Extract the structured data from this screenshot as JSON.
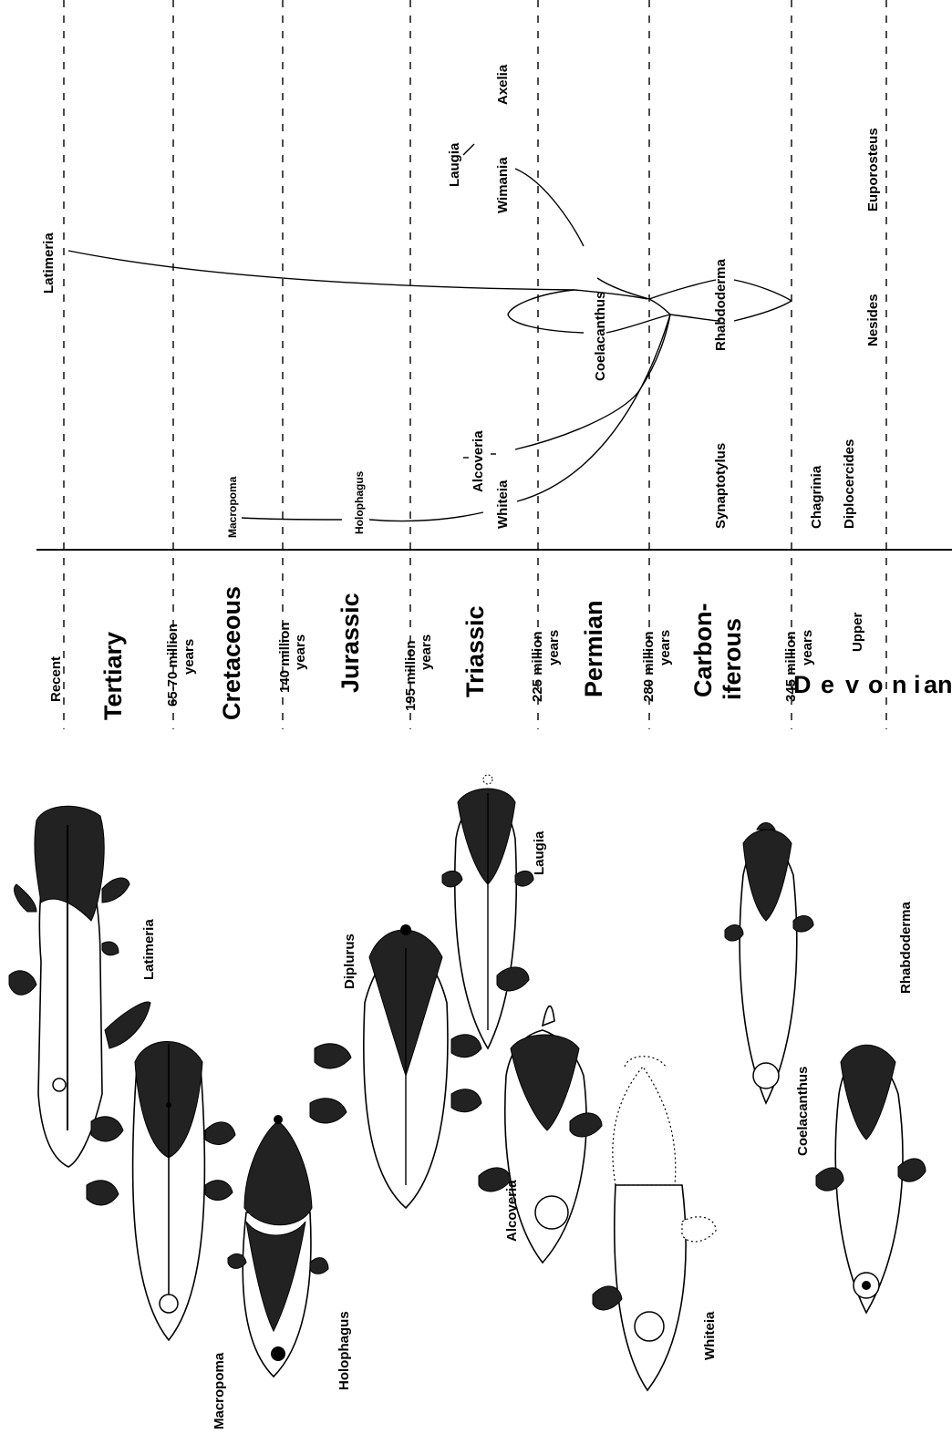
{
  "timescale": {
    "periods": [
      "Tertiary",
      "Cretaceous",
      "Jurassic",
      "Triassic",
      "Permian",
      "Carbon-",
      "iferous"
    ],
    "devonian_letters": [
      "D",
      "e",
      "v",
      "o",
      "n",
      "i",
      "a",
      "n"
    ],
    "boundaries": [
      {
        "label": "Recent"
      },
      {
        "label": "65-70 million",
        "label2": "years"
      },
      {
        "label": "140 million",
        "label2": "years"
      },
      {
        "label": "195 million",
        "label2": "years"
      },
      {
        "label": "225 million",
        "label2": "years"
      },
      {
        "label": "280 million",
        "label2": "years"
      },
      {
        "label": "345 million",
        "label2": "years"
      }
    ],
    "upper": "Upper"
  },
  "taxa": {
    "latimeria": "Latimeria",
    "laugia": "Laugia",
    "wimania": "Wimania",
    "axelia": "Axelia",
    "euporosteus": "Euporosteus",
    "coelacanthus": "Coelacanthus",
    "rhabdoderma": "Rhabdoderma",
    "nesides": "Nesides",
    "macropoma": "Macropoma",
    "holophagus": "Holophagus",
    "alcoveria": "Alcoveria",
    "whiteia": "Whiteia",
    "synaptotylus": "Synaptotylus",
    "chagrinia": "Chagrinia",
    "diplocercides": "Diplocercides"
  },
  "fish_labels": {
    "latimeria": "Latimeria",
    "macropoma": "Macropoma",
    "holophagus": "Holophagus",
    "diplurus": "Diplurus",
    "laugia": "Laugia",
    "alcoveria": "Alcoveria",
    "whiteia": "Whiteia",
    "coelacanthus": "Coelacanthus",
    "rhabdoderma": "Rhabdoderma"
  }
}
